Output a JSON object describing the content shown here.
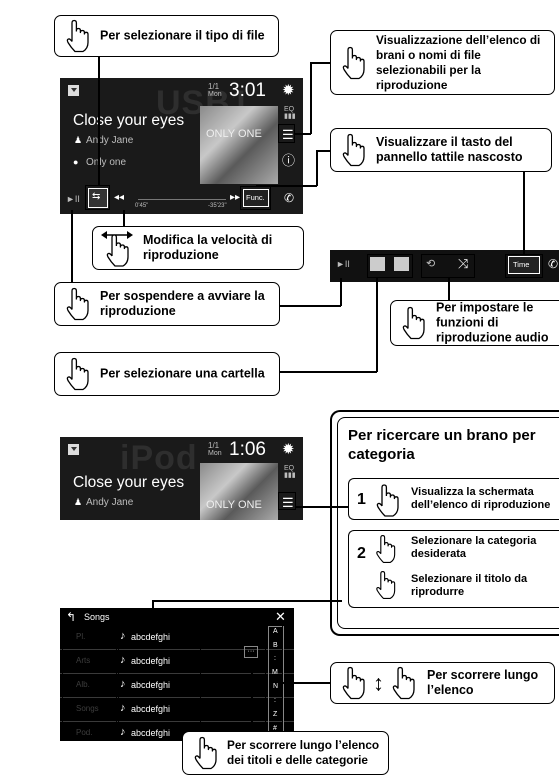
{
  "callouts": {
    "file_type": "Per selezionare il tipo di file",
    "list_view": "Visualizzazione dell’elenco di brani o nomi di file selezionabili per la riproduzione",
    "hidden_key": "Visualizzare il tasto del pannello tattile nascosto",
    "speed": "Modifica la velocità di riproduzione",
    "pause_play": "Per sospendere a avviare la riproduzione",
    "audio_func": "Per impostare le funzioni di riproduzione audio",
    "folder": "Per selezionare una cartella",
    "scroll_list": "Per scorrere lungo l’elenco",
    "scroll_titles": "Per scorrere lungo l’elenco dei titoli e delle categorie"
  },
  "search_box": {
    "title": "Per ricercare un brano per categoria",
    "step1_num": "1",
    "step1_text": "Visualizza la schermata dell’elenco di riproduzione",
    "step2_num": "2",
    "step2_text_a": "Selezionare la categoria desiderata",
    "step2_text_b": "Selezionare il titolo da riprodurre"
  },
  "screen1": {
    "bg_text": "USB1",
    "track_count": "1/1",
    "day": "Mon",
    "time": "3:01",
    "title": "Close your eyes",
    "artist": "Andy Jane",
    "album": "Only one",
    "album_art_text": "ONLY ONE",
    "elapsed": "0'45\"",
    "remaining": "-35'23\"",
    "func_label": "Func."
  },
  "bar": {
    "time_label": "Time"
  },
  "screen2": {
    "bg_text": "iPod",
    "track_count": "1/1",
    "day": "Mon",
    "time": "1:06",
    "title": "Close your eyes",
    "artist": "Andy Jane",
    "album_art_text": "ONLY ONE"
  },
  "songs": {
    "header": "Songs",
    "categories": [
      "Pl.",
      "Arts",
      "Alb.",
      "Songs",
      "Pod."
    ],
    "items": [
      "abcdefghi",
      "abcdefghi",
      "abcdefghi",
      "abcdefghi",
      "abcdefghi"
    ],
    "alpha": [
      "A",
      "B",
      ":",
      "M",
      "N",
      ":",
      "Z",
      "#"
    ],
    "more": "···"
  },
  "colors": {
    "screen_bg": "#1a1a1a",
    "panel_bg": "#000000",
    "ink": "#000000"
  }
}
